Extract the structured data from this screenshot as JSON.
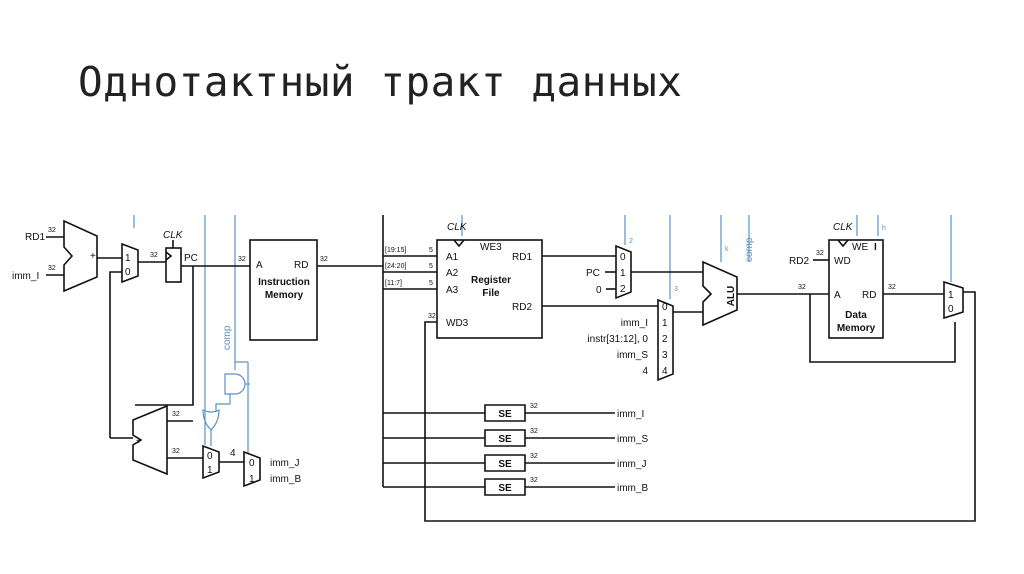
{
  "slide": {
    "title": "Однотактный тракт данных"
  },
  "diagram": {
    "bus_width": "32",
    "clk": "CLK",
    "pc_adder": {
      "in_top": "RD1",
      "in_bottom": "imm_I",
      "op": "+"
    },
    "pc_mux": {
      "in1": "1",
      "in0": "0"
    },
    "pc_reg": {
      "label": "PC"
    },
    "imem": {
      "title_line1": "Instruction",
      "title_line2": "Memory",
      "port_a": "A",
      "port_rd": "RD"
    },
    "fields": {
      "rs1": "[19:15]",
      "rs2": "[24:20]",
      "rd": "[11:7]",
      "width": "5"
    },
    "regfile": {
      "title_line1": "Register",
      "title_line2": "File",
      "a1": "A1",
      "a2": "A2",
      "a3": "A3",
      "we3": "WE3",
      "wd3": "WD3",
      "rd1": "RD1",
      "rd2": "RD2"
    },
    "srca_mux": {
      "in0": "0",
      "in1": "1",
      "in2": "2",
      "src_pc": "PC",
      "src_zero": "0",
      "ctl": "2"
    },
    "srcb_mux": {
      "in0": "0",
      "in1": "1",
      "in2": "2",
      "in3": "3",
      "in4": "4",
      "src1": "imm_I",
      "src2": "instr[31:12], 0",
      "src3": "imm_S",
      "src4": "4",
      "ctl": "3"
    },
    "alu": {
      "label": "ALU",
      "ctl": "k",
      "flag": "comp"
    },
    "dmem": {
      "title_line1": "Data",
      "title_line2": "Memory",
      "we": "WE",
      "wd": "WD",
      "a": "A",
      "rd": "RD",
      "wd_src": "RD2",
      "ctl": "h",
      "we_flag": "I"
    },
    "wb_mux": {
      "in1": "1",
      "in0": "0"
    },
    "branch": {
      "flag": "comp",
      "op": "+",
      "four": "4"
    },
    "branch_mux1": {
      "in0": "0",
      "in1": "1"
    },
    "branch_mux2": {
      "in0": "0",
      "in1": "1",
      "src0": "imm_J",
      "src1": "imm_B"
    },
    "sign_ext": {
      "label": "SE",
      "outputs": [
        "imm_I",
        "imm_S",
        "imm_J",
        "imm_B"
      ]
    }
  }
}
